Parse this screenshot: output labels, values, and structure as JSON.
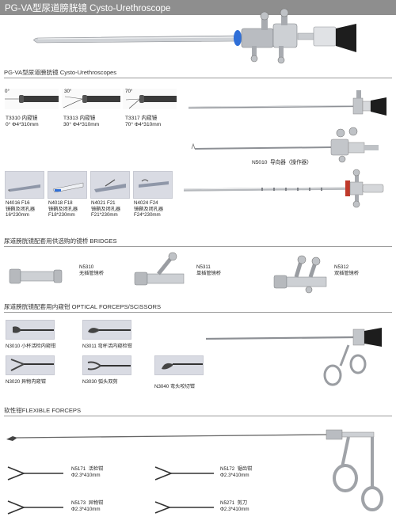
{
  "header": {
    "title": "PG-VA型尿道膀胱镜 Cysto-Urethroscope"
  },
  "colors": {
    "header_bg": "#8e8e8e",
    "blue_accent": "#2f6fd8",
    "red_accent": "#c0392b"
  },
  "sections": {
    "cysto": {
      "title": "PG-VA型尿道膀胱镜 Cysto-Urethroscopes"
    },
    "bridges": {
      "title": "尿道膀胱镜配套用供选购的镜桥 BRIDGES"
    },
    "forceps": {
      "title": "尿道膀胱镜配套用内窥钳 OPTICAL FORCEPS/SCISSORS"
    },
    "flexible": {
      "title": "软性钳FLEXIBLE FORCEPS"
    }
  },
  "scopes": [
    {
      "angle": "0°",
      "code": "T3310",
      "name": "内窥镜",
      "spec": "0° Φ4*310mm"
    },
    {
      "angle": "30°",
      "code": "T3313",
      "name": "内窥镜",
      "spec": "30° Φ4*310mm"
    },
    {
      "angle": "70°",
      "code": "T3317",
      "name": "内窥镜",
      "spec": "70° Φ4*310mm"
    }
  ],
  "deflector": {
    "code": "N5010",
    "name": "导向器（操作器）"
  },
  "sheaths": [
    {
      "line1": "N4016  F16",
      "line2": "镜鞘及闭孔器",
      "line3": "16*230mm"
    },
    {
      "line1": "N4018  F18",
      "line2": "镜鞘及闭孔器",
      "line3": "F18*230mm"
    },
    {
      "line1": "N4021  F21",
      "line2": "镜鞘及闭孔器",
      "line3": "F21*230mm"
    },
    {
      "line1": "N4024  F24",
      "line2": "镜鞘及闭孔器",
      "line3": "F24*230mm"
    }
  ],
  "bridges": [
    {
      "code": "N5310",
      "name": "无插管镜桥"
    },
    {
      "code": "N5311",
      "name": "单插管镜桥"
    },
    {
      "code": "N5312",
      "name": "双插管镜桥"
    }
  ],
  "forceps": [
    {
      "label": "N3010  小杯活检内窥钳"
    },
    {
      "label": "N3011  弯杯活内窥检钳"
    },
    {
      "label": "N3020  异物内窥钳"
    },
    {
      "label": "N3030  弧头双剪"
    },
    {
      "label": "N3040  弯头咬切钳"
    }
  ],
  "flexible": [
    {
      "code": "N5171",
      "name": "活检钳",
      "spec": "Φ2.3*410mm"
    },
    {
      "code": "N5172",
      "name": "锯齿钳",
      "spec": "Φ2.3*410mm"
    },
    {
      "code": "N5173",
      "name": "异物钳",
      "spec": "Φ2.3*410mm"
    },
    {
      "code": "N5271",
      "name": "剪刀",
      "spec": "Φ2.3*410mm"
    }
  ]
}
